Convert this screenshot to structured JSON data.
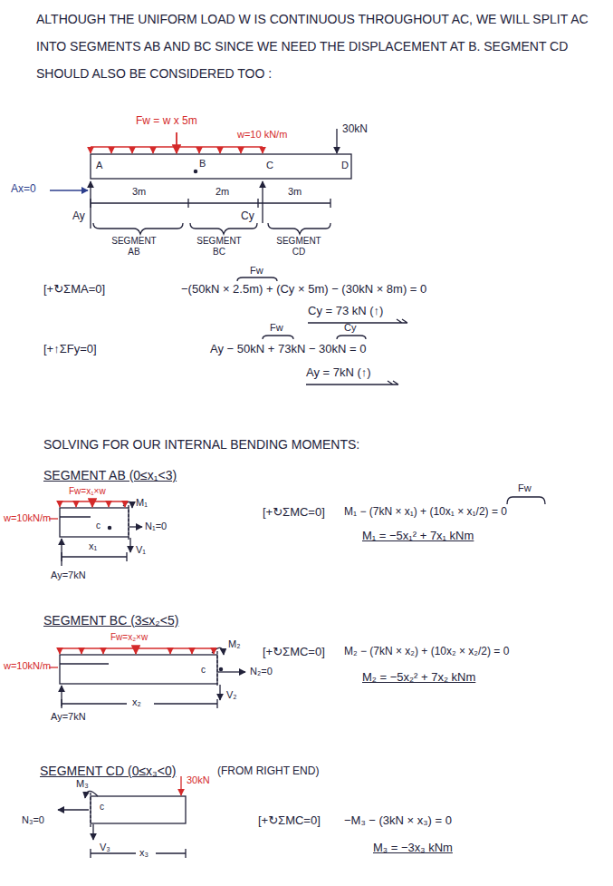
{
  "diagram": {
    "labels": [
      "ALTHOUGH THE UNIFORM LOAD W IS CONTINUOUS THROUGHOUT AC, WE WILL SPLIT AC INTO SEGMENTS AB AND BC SINCE WE NEED THE DISPLACEMENT AT B. SEGMENT CD SHOULD ALSO BE CONSIDERED TOO :",
      "Fw = w x 5m",
      "w=10 kN/m",
      "30kN",
      "A",
      "B",
      "C",
      "D",
      "Ax=0",
      "3m",
      "2m",
      "3m",
      "Ay",
      "Cy",
      "SEGMENT AB",
      "SEGMENT BC",
      "SEGMENT CD",
      "[+↻ΣMA=0]",
      "Fw",
      "−(50kN × 2.5m) + (Cy × 5m) − (30kN × 8m) = 0",
      "Cy = 73 kN (↑)",
      "[+↑ΣFy=0]",
      "Fw",
      "Cy",
      "Ay − 50kN + 73kN − 30kN = 0",
      "Ay = 7kN (↑)",
      "SOLVING FOR OUR INTERNAL BENDING MOMENTS:",
      "SEGMENT AB (0≤x₁<3)",
      "w=10kN/m",
      "Fw=x₁×w",
      "M₁",
      "N₁=0",
      "c",
      "x₁",
      "V₁",
      "Ay=7kN",
      "Fw",
      "[+↻ΣMC=0]",
      "M₁ − (7kN × x₁) + (10x₁ × x₁/2) = 0",
      "M₁ = −5x₁² + 7x₁ kNm",
      "SEGMENT BC (3≤x₂<5)",
      "w=10kN/m",
      "Fw=x₂×w",
      "M₂",
      "N₂=0",
      "c",
      "x₂",
      "V₂",
      "Ay=7kN",
      "[+↻ΣMC=0]",
      "M₂ − (7kN × x₂) + (10x₂ × x₂/2) = 0",
      "M₂ = −5x₂² + 7x₂ kNm",
      "SEGMENT CD (0≤x₃<0)",
      "(FROM RIGHT END)",
      "M₃",
      "30kN",
      "N₃=0",
      "c",
      "V₃",
      "x₃",
      "[+↻ΣMC=0]",
      "−M₃ − (3kN × x₃) = 0",
      "M₃ = −3x₃ kNm"
    ]
  }
}
